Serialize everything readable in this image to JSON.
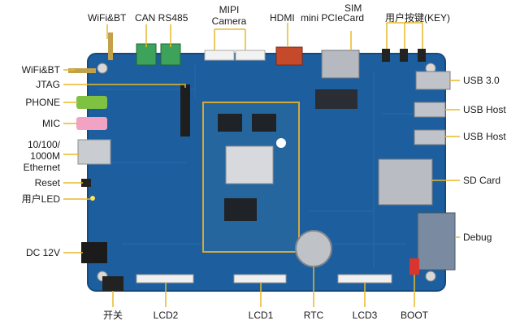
{
  "labels": {
    "wifi_bt_top": "WiFi&BT",
    "can_rs485": "CAN RS485",
    "mipi_camera_1": "MIPI",
    "mipi_camera_2": "Camera",
    "hdmi": "HDMI",
    "mini_pcie": "mini PCIeCard",
    "sim": "SIM",
    "user_key": "用户按键(KEY)",
    "wifi_bt_left": "WiFi&BT",
    "jtag": "JTAG",
    "phone": "PHONE",
    "mic": "MIC",
    "ethernet_1": "10/100/",
    "ethernet_2": "1000M",
    "ethernet_3": "Ethernet",
    "reset": "Reset",
    "user_led": "用户LED",
    "dc_12v": "DC 12V",
    "usb30": "USB 3.0",
    "usb_host_1": "USB Host",
    "usb_host_2": "USB Host",
    "sd_card": "SD Card",
    "debug": "Debug",
    "switch": "开关",
    "lcd2": "LCD2",
    "lcd1": "LCD1",
    "rtc": "RTC",
    "lcd3": "LCD3",
    "boot": "BOOT"
  },
  "colors": {
    "board": "#1d5f9e",
    "board_dark": "#134a80",
    "leader": "#e8b82a",
    "som_border": "#d4a93c",
    "connector_green": "#3ea35a",
    "phone_jack": "#7fc241",
    "mic_jack": "#f2a2c2",
    "rj45": "#c9ccd1",
    "usb": "#c0c4ca",
    "sd_slot": "#b9bcc2",
    "debug_db9": "#7a8aa0",
    "boot_switch": "#d8352f"
  }
}
